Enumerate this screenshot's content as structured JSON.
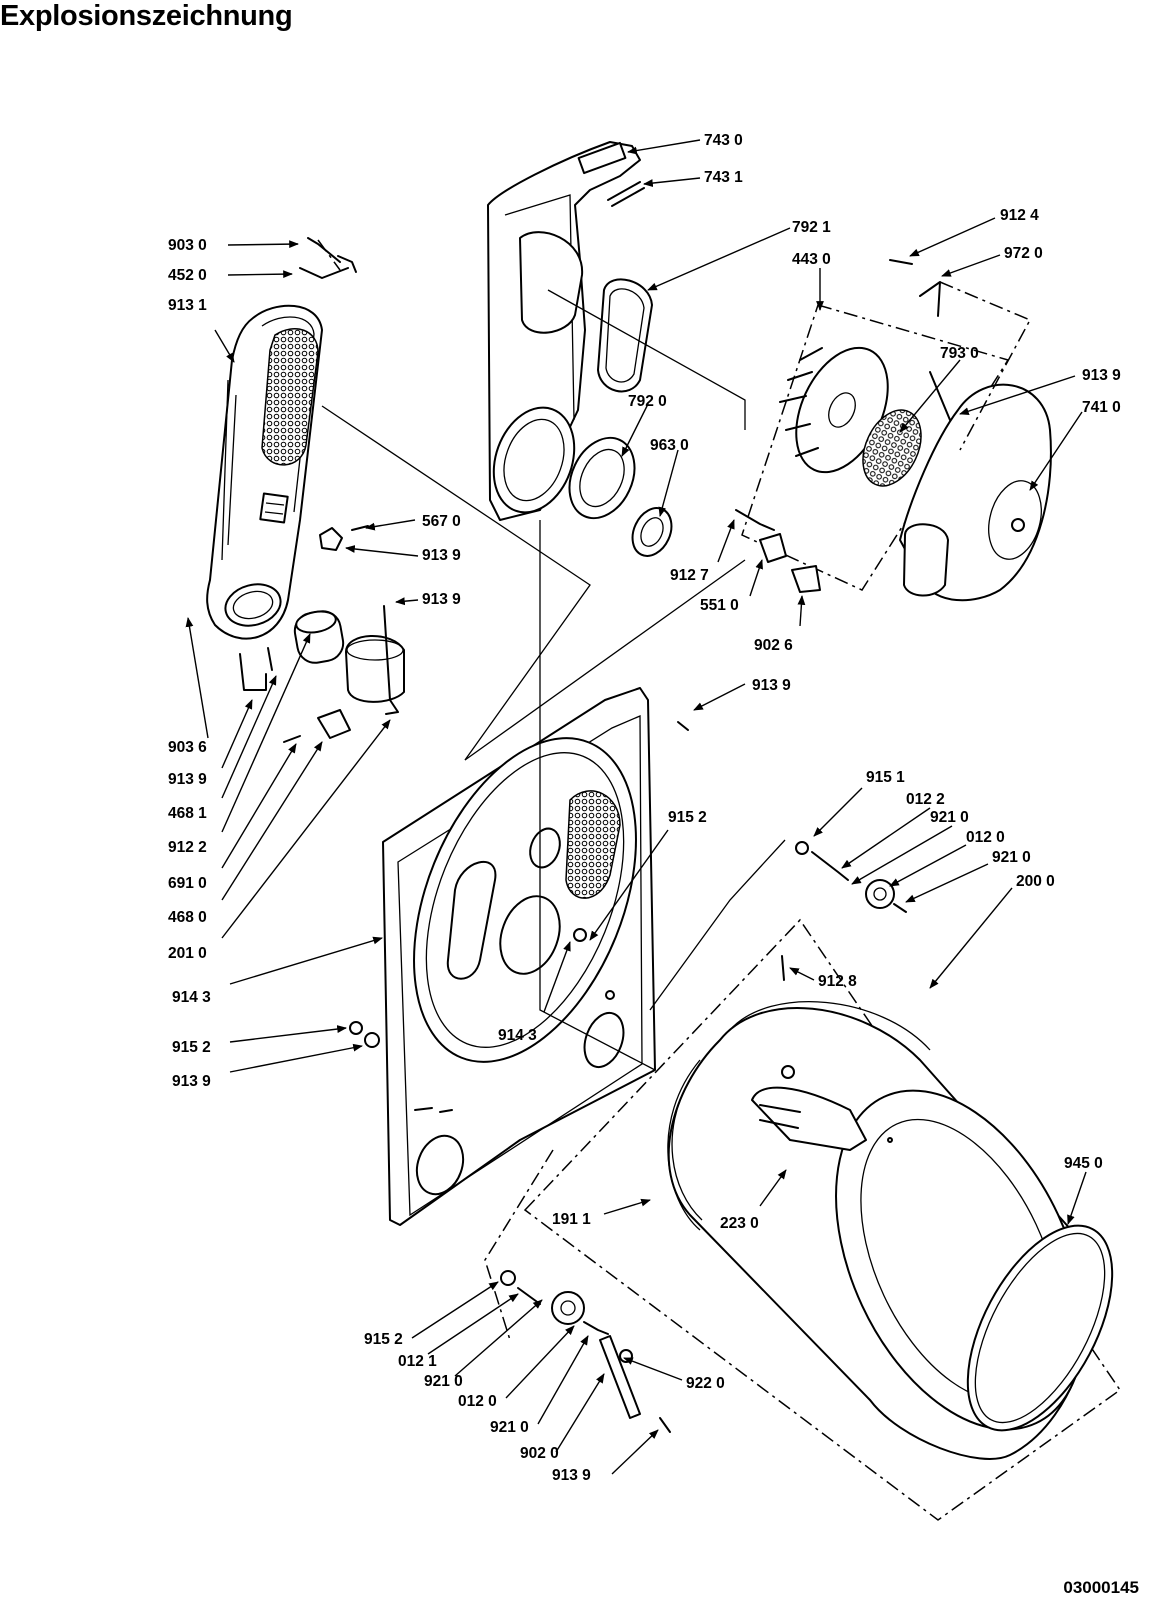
{
  "title": "Explosionszeichnung",
  "document_number": "03000145",
  "callouts": [
    {
      "text": "743 0"
    },
    {
      "text": "743 1"
    },
    {
      "text": "792 1"
    },
    {
      "text": "443 0"
    },
    {
      "text": "912 4"
    },
    {
      "text": "972 0"
    },
    {
      "text": "793 0"
    },
    {
      "text": "913 9"
    },
    {
      "text": "741 0"
    },
    {
      "text": "792 0"
    },
    {
      "text": "963 0"
    },
    {
      "text": "912 7"
    },
    {
      "text": "551 0"
    },
    {
      "text": "902 6"
    },
    {
      "text": "913 9"
    },
    {
      "text": "903 0"
    },
    {
      "text": "452 0"
    },
    {
      "text": "913 1"
    },
    {
      "text": "567 0"
    },
    {
      "text": "913 9"
    },
    {
      "text": "913 9"
    },
    {
      "text": "903 6"
    },
    {
      "text": "913 9"
    },
    {
      "text": "468 1"
    },
    {
      "text": "912 2"
    },
    {
      "text": "691 0"
    },
    {
      "text": "468 0"
    },
    {
      "text": "201 0"
    },
    {
      "text": "914 3"
    },
    {
      "text": "915 2"
    },
    {
      "text": "913 9"
    },
    {
      "text": "915 2"
    },
    {
      "text": "914 3"
    },
    {
      "text": "915 1"
    },
    {
      "text": "012 2"
    },
    {
      "text": "921 0"
    },
    {
      "text": "012 0"
    },
    {
      "text": "921 0"
    },
    {
      "text": "200 0"
    },
    {
      "text": "912 8"
    },
    {
      "text": "945 0"
    },
    {
      "text": "191 1"
    },
    {
      "text": "223 0"
    },
    {
      "text": "915 2"
    },
    {
      "text": "012 1"
    },
    {
      "text": "921 0"
    },
    {
      "text": "012 0"
    },
    {
      "text": "921 0"
    },
    {
      "text": "902 0"
    },
    {
      "text": "922 0"
    },
    {
      "text": "913 9"
    }
  ]
}
